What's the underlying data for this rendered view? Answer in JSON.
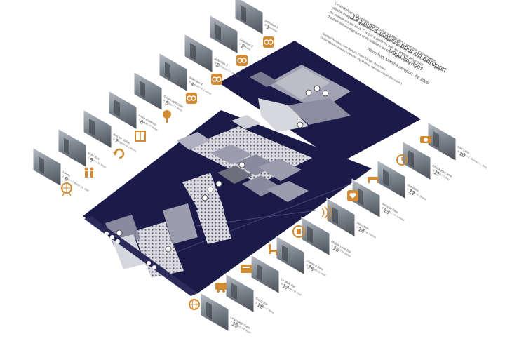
{
  "header": {
    "title": "19 petites utopies pour un aéroport",
    "subtitle": "Nogo Voyages",
    "meta": "Workshop, Marché aéroport, été 2009",
    "paragraph": [
      "Le workshop « 19 petites utopies pour un aéroport » propose d'ajouter une",
      "couche imaginaire à la réalité. Chaque projet s'adresse aux fonctions et à l'usage",
      "du visiteur sur les lieux. Conçus à partir du site, les projets proposent",
      "d'autres formes d'accueil et de relations au sein de l'aéroport."
    ],
    "credits": [
      "Stephan Bureaux, Julia Bonjour, Claire Fayolle, Paul Maier",
      "Daniel Wenner, Andrea Lehmann, Ingrid Hess, Vanessa Ferrari, Eva Herold"
    ]
  },
  "left_projects": [
    {
      "num": "1",
      "title": "Sélection 1"
    },
    {
      "num": "2",
      "title": "Sélection 2"
    },
    {
      "num": "3",
      "title": "Sélection 3"
    },
    {
      "num": "4",
      "title": "Sélection 4"
    },
    {
      "num": "5",
      "title": "Green light tube"
    },
    {
      "num": "6",
      "title": "Arbre d'attente"
    },
    {
      "num": "7",
      "title": "Arts en vitrine"
    },
    {
      "num": "8",
      "title": "Mobi Bus"
    },
    {
      "num": "9",
      "title": "Loopy"
    }
  ],
  "left_credits": [
    "S. Rousseau",
    "L. Bertrand",
    "M. Rousseau / C. Wenger",
    "M. Bianchi / A. Laurent",
    "F. Dufour / J. Meier",
    "V. Dubois / P. Keller",
    "C. Mougeot / F. Lefèvre",
    "J. Favre / M. Roux",
    "L. Maier / I. Bondi / K. Stoll"
  ],
  "right_projects": [
    {
      "num": "10",
      "title": "Live Lens"
    },
    {
      "num": "11",
      "title": "Check your time"
    },
    {
      "num": "12",
      "title": "Multipass"
    },
    {
      "num": "13",
      "title": "Sensual Pass"
    },
    {
      "num": "14",
      "title": "Soundbox"
    },
    {
      "num": "15",
      "title": "Mobile Love Bar"
    },
    {
      "num": "16",
      "title": "Chaise à Bain"
    },
    {
      "num": "17",
      "title": "Le Multi Bar"
    },
    {
      "num": "18",
      "title": "Crazy Bar"
    },
    {
      "num": "19",
      "title": "Le Voyage Gare"
    }
  ],
  "right_credits": [
    "A. Bauer / S. Moreau / L. Berg",
    "M. Morin / D. Rey",
    "C. Blanc / E. Brandt",
    "T. Meunier / H. Schmid",
    "J. Leroy / B. Fischer",
    "A. Perrin / N. Weber",
    "G. Renaud / E. Wolf",
    "R. Fontaine / O. Graf",
    "S. Girard / F. Wyss",
    "V. Lambert / M. Koch"
  ],
  "colors": {
    "map_navy": "#1b1b49",
    "map_line": "#4f4f84",
    "building": "#9c9caf",
    "building_dark": "#6e6e7c",
    "accent": "#d28b33"
  }
}
